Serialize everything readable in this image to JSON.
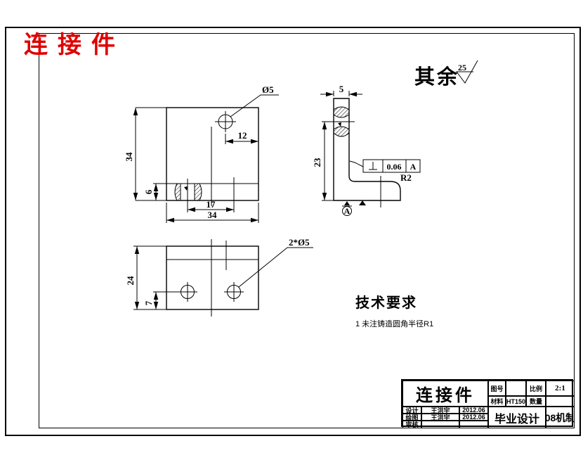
{
  "colors": {
    "accent_red": "#e00000",
    "line": "#000000",
    "background": "#ffffff"
  },
  "corner_title": "连接件",
  "surface_finish": {
    "prefix": "其余",
    "roughness": "25"
  },
  "front_view": {
    "dim_height": "34",
    "dim_base_height": "6",
    "dim_hole_spacing": "17",
    "dim_width": "34",
    "dim_hole_offset": "12",
    "hole_label": "Ø5"
  },
  "side_view": {
    "dim_thickness": "5",
    "dim_height": "23",
    "fillet_label": "R2",
    "tolerance": {
      "type": "perpendicularity",
      "value": "0.06",
      "datum": "A"
    },
    "datum_label": "A"
  },
  "bottom_view": {
    "dim_height": "24",
    "dim_hole_offset": "7",
    "holes_label": "2*Ø5"
  },
  "tech_requirements": {
    "title": "技术要求",
    "items": [
      "1 未注铸造圆角半径R1"
    ]
  },
  "title_block": {
    "part_name": "连接件",
    "fields": {
      "drawing_no_label": "图号",
      "drawing_no_value": "",
      "scale_label": "比例",
      "scale_value": "2:1",
      "material_label": "材料",
      "material_value": "HT150",
      "quantity_label": "数量",
      "quantity_value": ""
    },
    "sign_rows": [
      {
        "role": "设计",
        "name": "王洪宇",
        "date": "2012.06"
      },
      {
        "role": "绘图",
        "name": "王洪宇",
        "date": "2012.06"
      },
      {
        "role": "审核",
        "name": "",
        "date": ""
      }
    ],
    "project_name": "毕业设计",
    "org_name": "08机制"
  }
}
